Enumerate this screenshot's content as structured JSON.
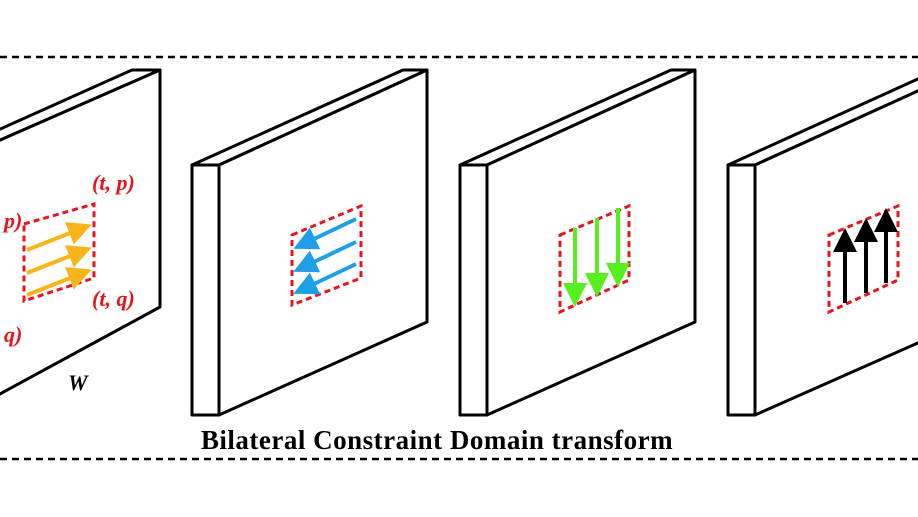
{
  "caption": "Bilateral Constraint Domain transform",
  "labels": {
    "t_p": "(t, p)",
    "t_q": "(t, q)",
    "p_partial": "p)",
    "q_partial": "q)",
    "w": "W"
  },
  "colors": {
    "frame_stroke": "#000000",
    "region_dash": "#e8141c",
    "arrows_panel1": "#f7b51b",
    "arrows_panel2": "#1fa0e6",
    "arrows_panel3": "#55f01d",
    "arrows_panel4": "#000000"
  },
  "panels": [
    {
      "name": "panel-1",
      "arrow_direction": "up-right"
    },
    {
      "name": "panel-2",
      "arrow_direction": "left"
    },
    {
      "name": "panel-3",
      "arrow_direction": "down"
    },
    {
      "name": "panel-4",
      "arrow_direction": "up"
    }
  ]
}
